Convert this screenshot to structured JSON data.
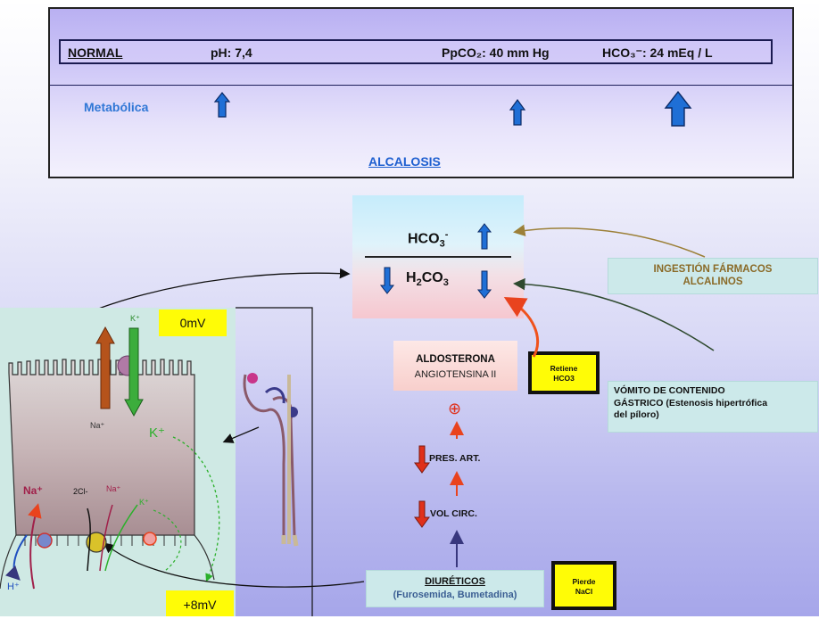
{
  "top_panel": {
    "normal_label": "NORMAL",
    "ph": "pH: 7,4",
    "ppco2": "PpCO₂: 40 mm Hg",
    "hco3": "HCO₃⁻:  24 mEq / L",
    "metabolica": "Metabólica",
    "alcalosis": "ALCALOSIS",
    "arrows": [
      "up",
      "up",
      "up-large"
    ]
  },
  "fraction": {
    "numerator": "HCO",
    "numerator_sub": "3",
    "numerator_sup": "-",
    "numerator_arrow": "up",
    "denominator": "H",
    "denominator_sub1": "2",
    "denominator_mid": "CO",
    "denominator_sub2": "3",
    "denominator_arrows": [
      "down",
      "down"
    ]
  },
  "causes": {
    "ingestion": [
      "INGESTIÓN FÁRMACOS",
      "ALCALINOS"
    ],
    "vomito": [
      "VÓMITO DE CONTENIDO",
      "GÁSTRICO (Estenosis hipertrófica",
      "del píloro)"
    ]
  },
  "pathway": {
    "aldosterona": "ALDOSTERONA",
    "angiotensina": "ANGIOTENSINA II",
    "retiene": [
      "Retiene",
      "HCO3"
    ],
    "plus": "⊕",
    "pres_art": "PRES. ART.",
    "vol_circ": "VOL CIRC.",
    "diureticos": "DIURÉTICOS",
    "diureticos_examples": "(Furosemida, Bumetadina)",
    "pierde": [
      "Pierde",
      "NaCl"
    ]
  },
  "cell": {
    "mv_top": "0mV",
    "mv_bottom": "+8mV",
    "na_upper": "Na⁺",
    "k_upper": "K⁺",
    "k_side": "K⁺",
    "na_lower_left": "Na⁺",
    "cl_lower": "2Cl-",
    "na_lower": "Na⁺",
    "k_lower": "K⁺",
    "h_lower": "H⁺"
  },
  "colors": {
    "arrow_blue": "#1f6fd6",
    "arrow_red": "#e0301a",
    "yellow": "#fffc06",
    "teal_box": "#cce9ea"
  }
}
